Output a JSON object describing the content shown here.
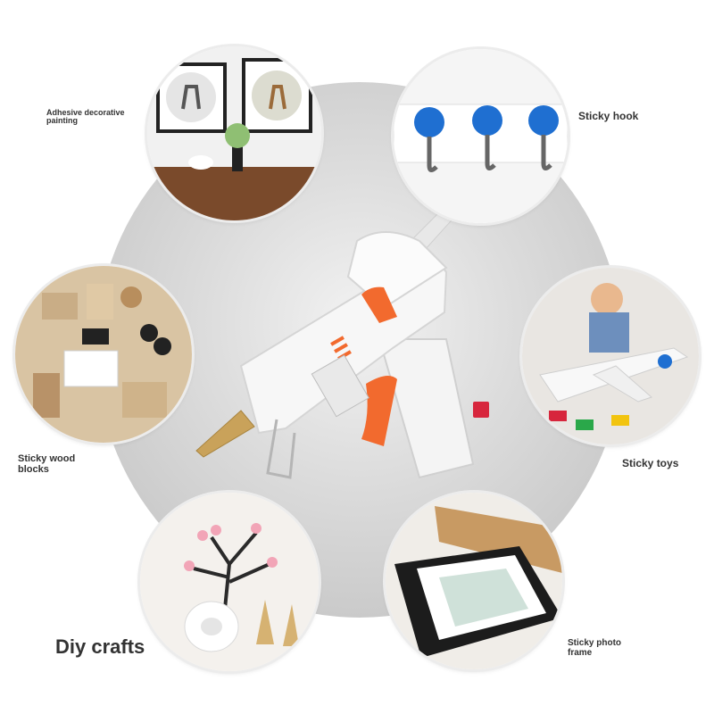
{
  "labels": {
    "painting": "Adhesive decorative\npainting",
    "hook": "Sticky hook",
    "wood": "Sticky wood\nblocks",
    "toys": "Sticky toys",
    "diy": "Diy crafts",
    "frame": "Sticky photo\nframe"
  },
  "icons": {
    "painting": "framed-deer-painting-icon",
    "hook": "wall-hooks-icon",
    "wood": "wood-blocks-icon",
    "toys": "toy-airplane-icon",
    "diy": "plum-blossom-craft-icon",
    "frame": "photo-frame-icon",
    "product": "hot-glue-gun-icon"
  },
  "colors": {
    "accent": "#f26a2e",
    "hook_blue": "#1f6fd1",
    "nozzle": "#c9a25a"
  }
}
